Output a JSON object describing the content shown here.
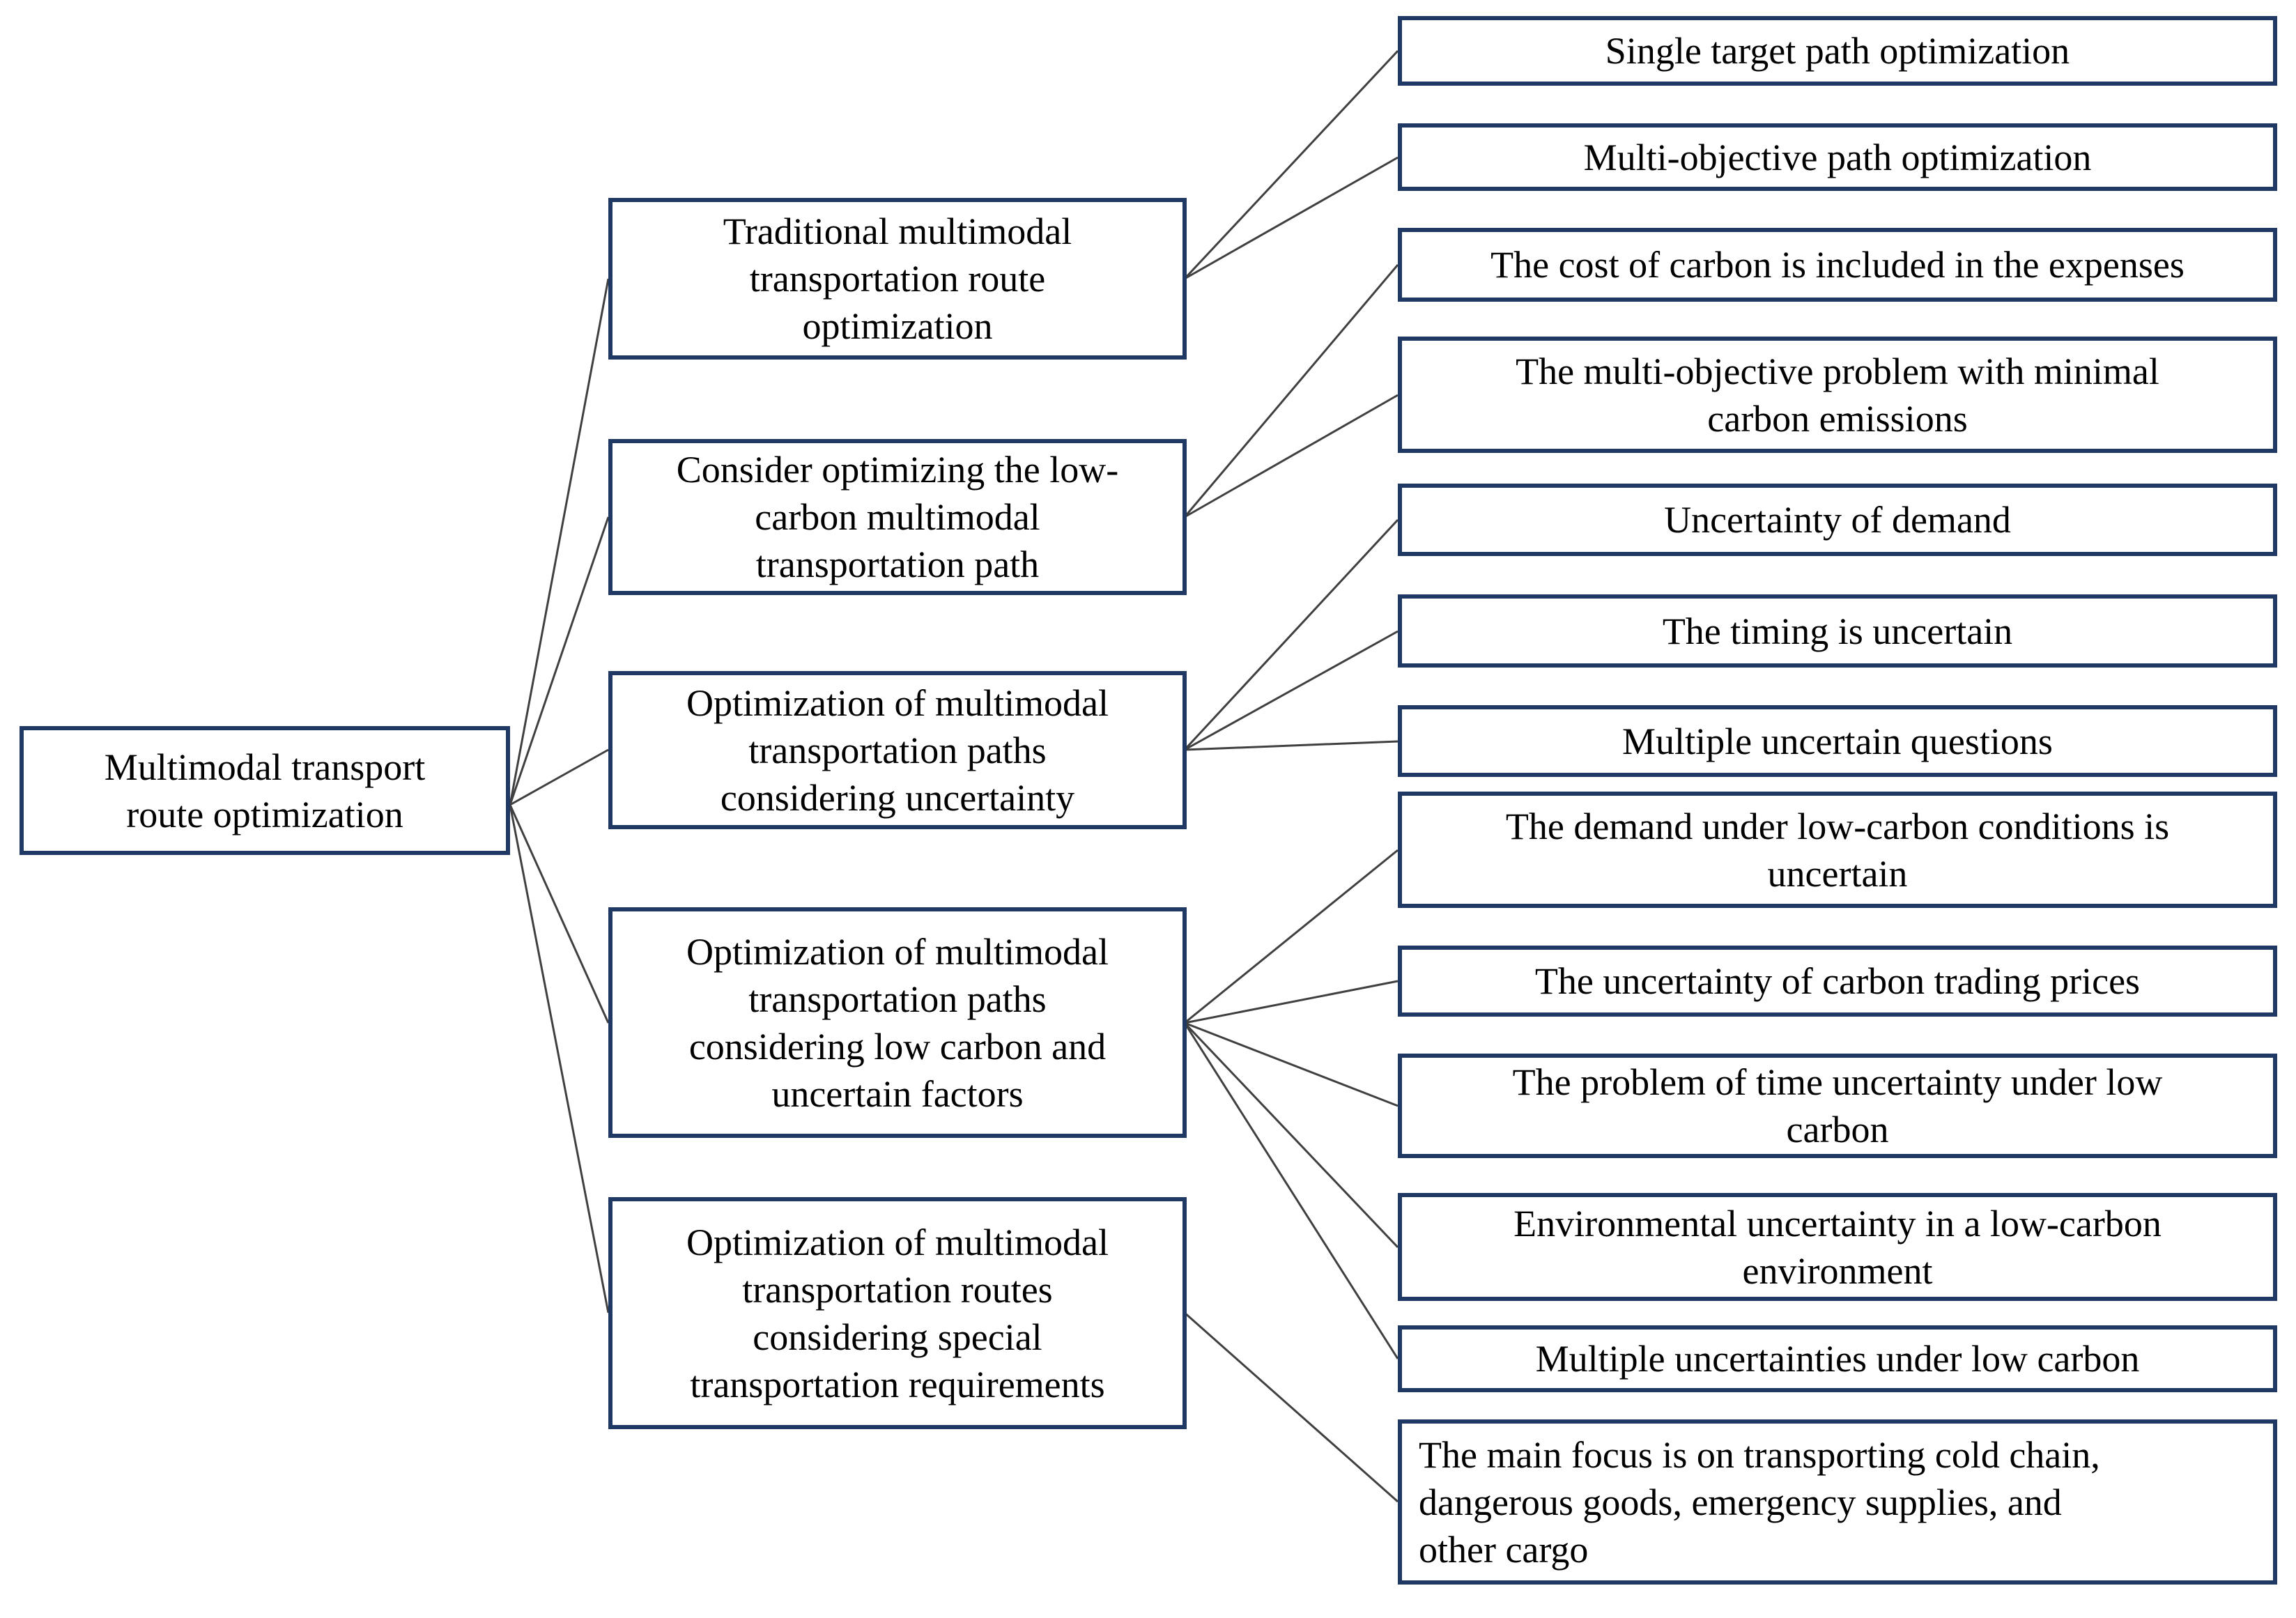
{
  "figure": {
    "colors": {
      "box_border": "#1f3864",
      "connector": "#404040",
      "text": "#000000",
      "background": "#ffffff"
    },
    "root": {
      "label": "Multimodal transport\nroute optimization"
    },
    "branches": [
      {
        "label": "Traditional multimodal\ntransportation route\noptimization",
        "children": [
          "Single target path optimization",
          "Multi-objective path optimization"
        ]
      },
      {
        "label": "Consider optimizing the low-\ncarbon multimodal\ntransportation path",
        "children": [
          "The cost of carbon is included in the expenses",
          "The multi-objective problem with minimal\ncarbon emissions"
        ]
      },
      {
        "label": "Optimization of multimodal\ntransportation paths\nconsidering uncertainty",
        "children": [
          "Uncertainty of demand",
          "The timing is uncertain",
          "Multiple uncertain questions"
        ]
      },
      {
        "label": "Optimization of multimodal\ntransportation paths\nconsidering low carbon and\nuncertain factors",
        "children": [
          "The demand under low-carbon conditions is\nuncertain",
          "The uncertainty of carbon trading prices",
          "The problem of time uncertainty under low\ncarbon",
          "Environmental uncertainty in a low-carbon\nenvironment",
          "Multiple uncertainties under low carbon"
        ]
      },
      {
        "label": "Optimization of multimodal\ntransportation routes\nconsidering special\ntransportation requirements",
        "children": [
          "The main focus is on transporting cold chain,\ndangerous goods, emergency supplies, and\nother cargo"
        ]
      }
    ]
  }
}
